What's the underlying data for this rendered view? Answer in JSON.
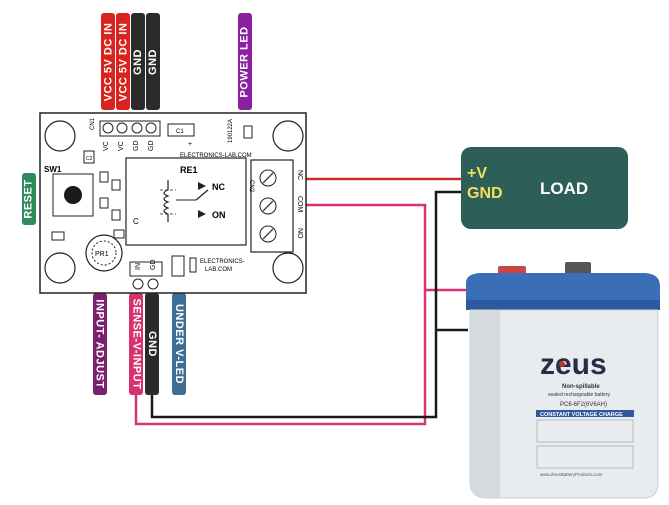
{
  "top_labels": {
    "vcc1": "VCC 5V DC IN",
    "vcc2": "VCC 5V DC IN",
    "gnd1": "GND",
    "gnd2": "GND",
    "power_led": "POWER LED"
  },
  "side_labels": {
    "reset": "RESET"
  },
  "bottom_labels": {
    "input_adjust": "INPUT- ADJUST",
    "sense_input": "SENSE-V-INPUT",
    "gnd": "GND",
    "under_v_led": "UNDER V-LED"
  },
  "board": {
    "sw1": "SW1",
    "re1": "RE1",
    "pr1": "PR1",
    "part_no": "190122A",
    "site1": "ELECTRONICS-LAB.COM",
    "site2": "ELECTRONICS-",
    "site3": "LAB.COM",
    "cn1": "CN1",
    "cn2": "CN2",
    "c1": "C1",
    "c2": "C2",
    "c": "C",
    "in": "IN",
    "gd": "GD",
    "vc1": "VC",
    "vc2": "VC",
    "gd1": "GD",
    "gd2": "GD",
    "nc": "NC",
    "com": "COM",
    "no": "NO",
    "relay_nc": "NC",
    "relay_on": "ON",
    "plus": "+"
  },
  "load": {
    "plus_v": "+V",
    "gnd": "GND",
    "title": "LOAD"
  },
  "battery": {
    "brand": "zeus",
    "sub1": "Non-spillable",
    "sub2": "sealed rechargeable battery",
    "model": "PC6-6F2(6V6AH)",
    "charge": "CONSTANT VOLTAGE CHARGE",
    "site": "www.ZeusBatteryProducts.com"
  },
  "colors": {
    "vcc": "#d9231f",
    "gnd": "#2b2b2b",
    "power_led": "#8b1fa0",
    "reset": "#2f8a5c",
    "input_adjust": "#7a1f6e",
    "sense": "#d6336e",
    "under_led": "#3d6e96",
    "load_bg": "#2e5e58",
    "load_text": "#f0e05a",
    "wire_red": "#c9302c",
    "wire_pink": "#d6337a"
  }
}
